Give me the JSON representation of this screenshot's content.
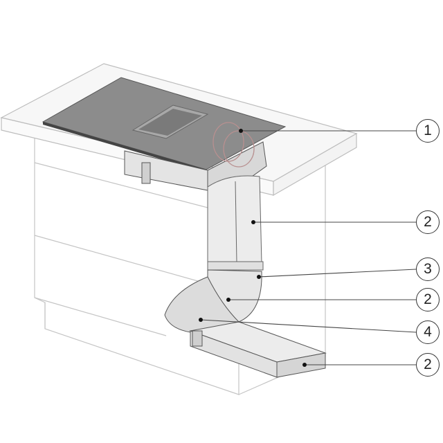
{
  "diagram": {
    "callouts": [
      {
        "label": "1"
      },
      {
        "label": "2"
      },
      {
        "label": "3"
      },
      {
        "label": "2"
      },
      {
        "label": "4"
      },
      {
        "label": "2"
      }
    ],
    "colors": {
      "cooktop": "#8c8c8c",
      "duct": "#e8e8e8",
      "outline": "#bdbdbd",
      "leader": "#444444"
    }
  }
}
